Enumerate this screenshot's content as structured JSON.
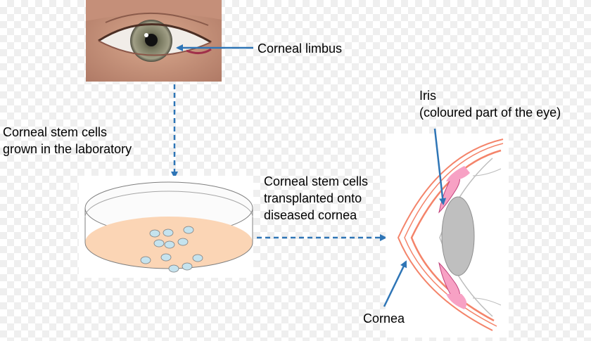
{
  "labels": {
    "corneal_limbus": "Corneal limbus",
    "stem_cells_lab": "Corneal stem cells\ngrown in the laboratory",
    "stem_cells_transplanted": "Corneal stem cells\ntransplanted onto\ndiseased cornea",
    "iris": "Iris\n(coloured part of the eye)",
    "cornea": "Cornea"
  },
  "colors": {
    "arrow": "#2e75b6",
    "dish_medium": "#fbd5b5",
    "cells": "#c5e3ee",
    "cornea_line": "#f4846a",
    "iris_fill": "#f7a1c4",
    "lens_fill": "#bfbfbf"
  },
  "icons": {
    "eye_photo": "eye-photo",
    "petri_dish": "petri-dish-icon",
    "eye_cross_section": "eye-cross-section-icon"
  }
}
